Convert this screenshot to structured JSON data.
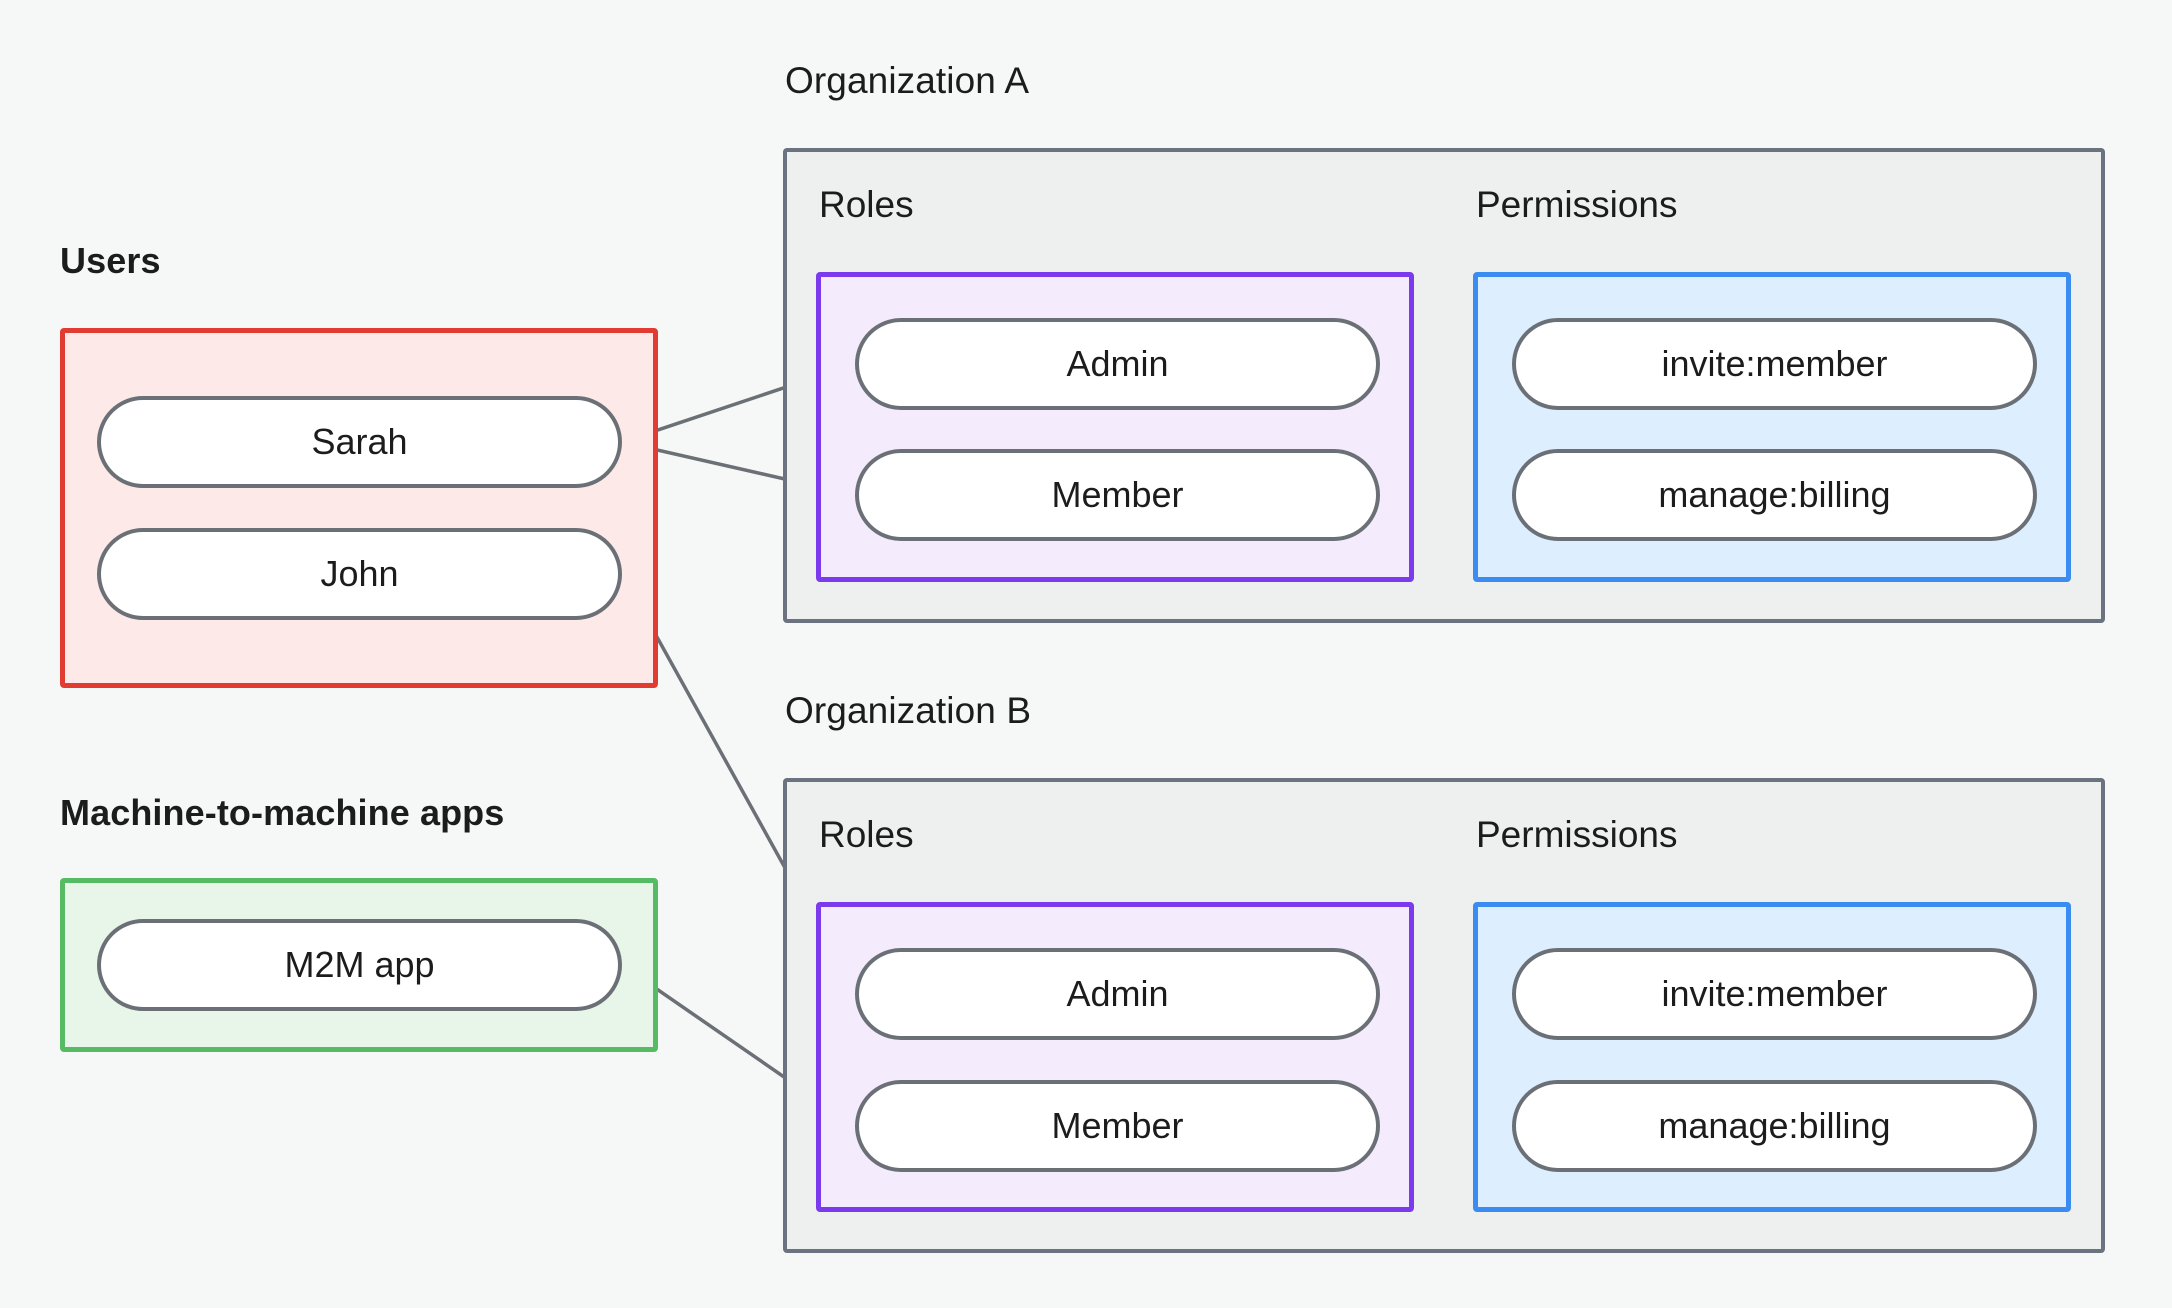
{
  "diagram": {
    "title_visible": false,
    "background": "#f6f8f7",
    "sections": {
      "users": {
        "caption": "Users",
        "border_color": "#e23c32",
        "fill_color": "#fdeae8",
        "nodes": [
          {
            "label": "Sarah"
          },
          {
            "label": "John"
          }
        ]
      },
      "m2m": {
        "caption": "Machine-to-machine apps",
        "border_color": "#57bb63",
        "fill_color": "#e7f6e9",
        "nodes": [
          {
            "label": "M2M app"
          }
        ]
      },
      "org_a": {
        "caption": "Organization A",
        "border_color": "#6b7280",
        "fill_color": "#eef0ef",
        "roles": {
          "label": "Roles",
          "border_color": "#7c3aed",
          "fill_color": "#f4ebfd",
          "nodes": [
            {
              "label": "Admin"
            },
            {
              "label": "Member"
            }
          ]
        },
        "permissions": {
          "label": "Permissions",
          "border_color": "#3b8cf0",
          "fill_color": "#ddeeff",
          "nodes": [
            {
              "label": "invite:member"
            },
            {
              "label": "manage:billing"
            }
          ]
        }
      },
      "org_b": {
        "caption": "Organization B",
        "border_color": "#6b7280",
        "fill_color": "#eef0ef",
        "roles": {
          "label": "Roles",
          "border_color": "#7c3aed",
          "fill_color": "#f4ebfd",
          "nodes": [
            {
              "label": "Admin"
            },
            {
              "label": "Member"
            }
          ]
        },
        "permissions": {
          "label": "Permissions",
          "border_color": "#3b8cf0",
          "fill_color": "#ddeeff",
          "nodes": [
            {
              "label": "invite:member"
            },
            {
              "label": "manage:billing"
            }
          ]
        }
      }
    },
    "edges": [
      {
        "from": "Sarah",
        "to": "Organization A / Admin"
      },
      {
        "from": "Sarah",
        "to": "Organization A / Member"
      },
      {
        "from": "John",
        "to": "Organization B / Admin"
      },
      {
        "from": "M2M app",
        "to": "Organization B / Member"
      },
      {
        "from": "Organization A / Admin",
        "to": "Organization A / invite:member"
      },
      {
        "from": "Organization A / Admin",
        "to": "Organization A / manage:billing"
      },
      {
        "from": "Organization A / Member",
        "to": "Organization A / manage:billing"
      },
      {
        "from": "Organization B / Admin",
        "to": "Organization B / invite:member"
      },
      {
        "from": "Organization B / Admin",
        "to": "Organization B / manage:billing"
      },
      {
        "from": "Organization B / Member",
        "to": "Organization B / manage:billing"
      }
    ],
    "edge_color": "#6b7076"
  }
}
